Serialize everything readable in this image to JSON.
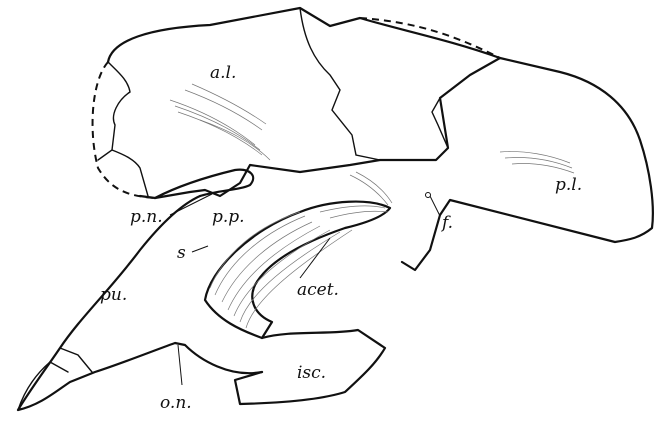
{
  "labels": {
    "al": "a.l.",
    "pl": "p.l.",
    "pn": "p.n.",
    "pp": "p.p.",
    "s": "s",
    "f": "f.",
    "pu": "pu.",
    "acet": "acet.",
    "isc": "isc.",
    "on": "o.n."
  }
}
